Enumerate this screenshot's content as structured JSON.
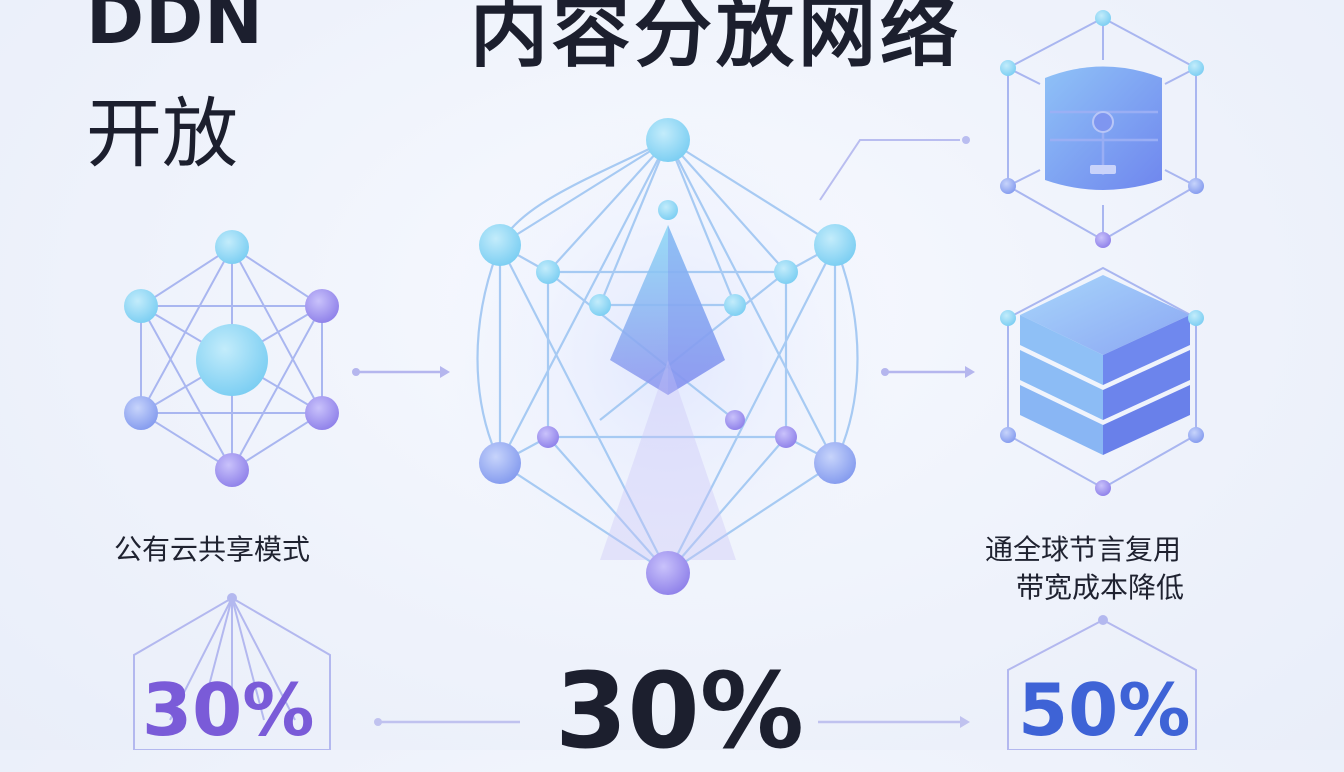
{
  "brand": {
    "line1": "DDN",
    "line2": "开放"
  },
  "title": "内容分放网络",
  "captions": {
    "left": "公有云共享模式",
    "right_line1": "通全球节言复用",
    "right_line2": "带宽成本降低"
  },
  "percentages": {
    "left": "30%",
    "center": "30%",
    "right": "50%"
  },
  "colors": {
    "node_cyan": "#7fd3f5",
    "node_blue": "#8aa2f0",
    "node_purple": "#9a86ea",
    "line": "#a9b6f0",
    "title": "#1c1f2e",
    "pct_left": "#7a5bd8",
    "pct_right": "#3e63d6"
  },
  "icons": [
    "network-cluster-icon",
    "crystal-network-icon",
    "server-cabinet-icon",
    "stacked-storage-icon"
  ]
}
